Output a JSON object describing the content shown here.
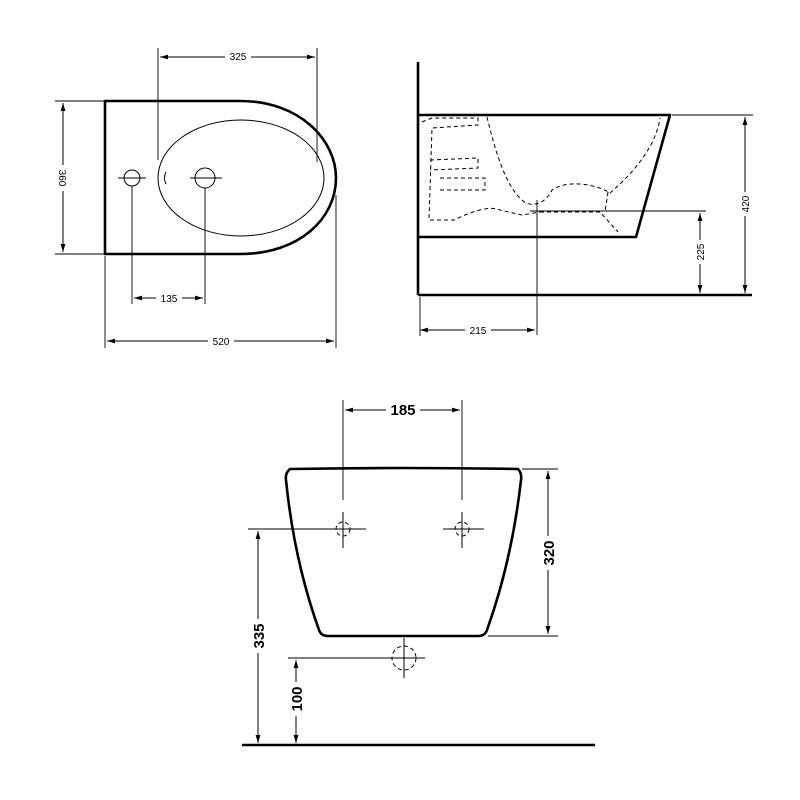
{
  "top_view": {
    "width_top": "325",
    "depth": "360",
    "hole_spacing": "135",
    "overall_length": "520"
  },
  "side_view": {
    "height_top": "420",
    "outlet_height": "225",
    "outlet_distance": "215"
  },
  "front_view": {
    "bolt_spacing": "185",
    "body_height": "320",
    "bolt_height": "335",
    "outlet_height": "100"
  }
}
